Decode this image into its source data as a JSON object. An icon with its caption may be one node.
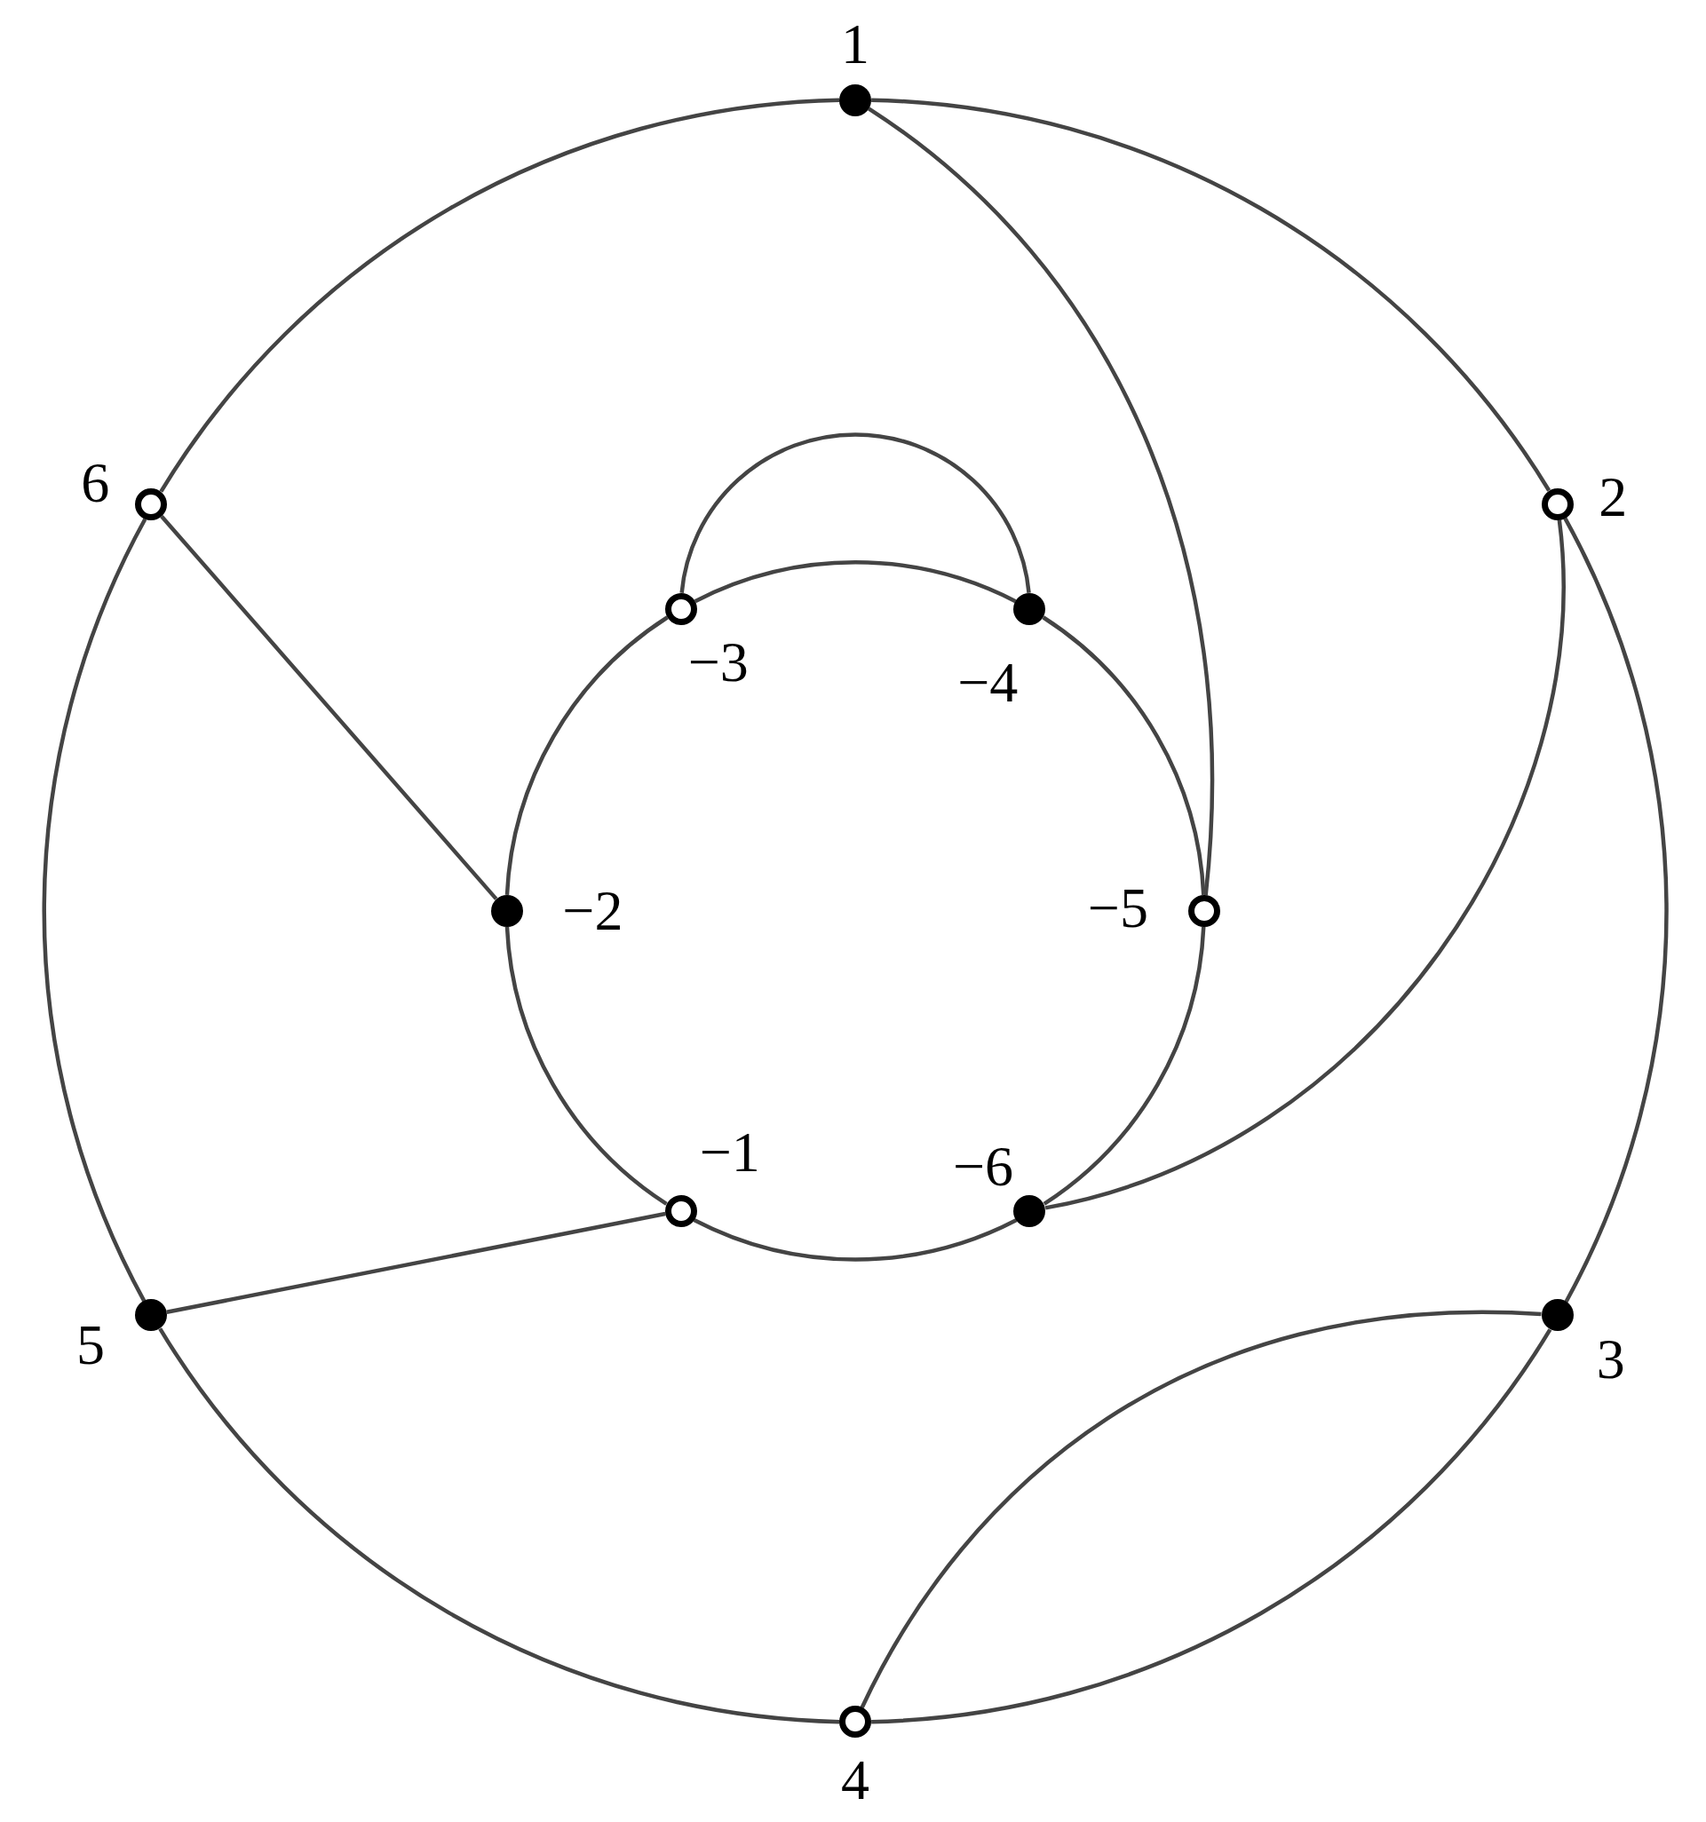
{
  "diagram": {
    "nodes": [
      {
        "text": [],
        "shape": "dot",
        "beside": [
          "1"
        ]
      },
      {
        "text": [],
        "shape": "circle",
        "beside": [
          "6"
        ]
      },
      {
        "text": [],
        "shape": "circle",
        "beside": [
          "2"
        ]
      },
      {
        "text": [],
        "shape": "circle",
        "beside": [
          "−3"
        ]
      },
      {
        "text": [],
        "shape": "dot",
        "beside": [
          "−4"
        ]
      },
      {
        "text": [],
        "shape": "dot",
        "beside": [
          "−2"
        ]
      },
      {
        "text": [],
        "shape": "circle",
        "beside": [
          "−5"
        ]
      },
      {
        "text": [],
        "shape": "circle",
        "beside": [
          "−1"
        ]
      },
      {
        "text": [],
        "shape": "dot",
        "beside": [
          "−6"
        ]
      },
      {
        "text": [],
        "shape": "dot",
        "beside": [
          "5"
        ]
      },
      {
        "text": [],
        "shape": "dot",
        "beside": [
          "3"
        ]
      },
      {
        "text": [],
        "shape": "circle",
        "beside": [
          "4"
        ]
      }
    ],
    "edges": [
      {
        "from": 0,
        "to": 2,
        "arrow": "none"
      },
      {
        "from": 2,
        "to": 10,
        "arrow": "none"
      },
      {
        "from": 10,
        "to": 11,
        "arrow": "none"
      },
      {
        "from": 11,
        "to": 9,
        "arrow": "none"
      },
      {
        "from": 9,
        "to": 1,
        "arrow": "none"
      },
      {
        "from": 1,
        "to": 0,
        "arrow": "none"
      },
      {
        "from": 3,
        "to": 4,
        "arrow": "none"
      },
      {
        "from": 4,
        "to": 6,
        "arrow": "none"
      },
      {
        "from": 6,
        "to": 8,
        "arrow": "none"
      },
      {
        "from": 8,
        "to": 7,
        "arrow": "none"
      },
      {
        "from": 7,
        "to": 5,
        "arrow": "none"
      },
      {
        "from": 5,
        "to": 3,
        "arrow": "none"
      },
      {
        "from": 3,
        "to": 4,
        "arrow": "none"
      },
      {
        "from": 0,
        "to": 6,
        "arrow": "none"
      },
      {
        "from": 2,
        "to": 8,
        "arrow": "none"
      },
      {
        "from": 10,
        "to": 11,
        "arrow": "none"
      },
      {
        "from": 1,
        "to": 5,
        "arrow": "none"
      },
      {
        "from": 9,
        "to": 7,
        "arrow": "none"
      }
    ]
  }
}
